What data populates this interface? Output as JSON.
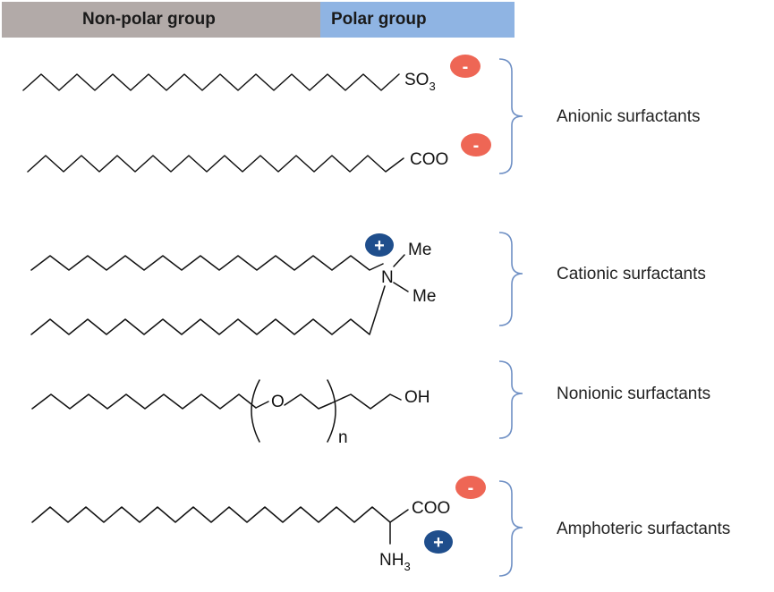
{
  "header": {
    "nonpolar_label": "Non-polar group",
    "polar_label": "Polar group",
    "nonpolar_color": "#b2aaa8",
    "polar_color": "#8fb4e3"
  },
  "classes": [
    {
      "label": "Anionic surfactants"
    },
    {
      "label": "Cationic surfactants"
    },
    {
      "label": "Nonionic surfactants"
    },
    {
      "label": "Amphoteric surfactants"
    }
  ],
  "groups": {
    "sulfonate_main": "SO",
    "sulfonate_sub": "3",
    "carboxylate": "COO",
    "nitrogen": "N",
    "methyl_1": "Me",
    "methyl_2": "Me",
    "ether_oxygen": "O",
    "repeat_index": "n",
    "hydroxyl": "OH",
    "amphoteric_carboxylate": "COO",
    "amine_main": "NH",
    "amine_sub": "3"
  },
  "charges": {
    "negative": "-",
    "positive": "+",
    "negative_color": "#ee6655",
    "positive_color": "#1f4e8c"
  }
}
